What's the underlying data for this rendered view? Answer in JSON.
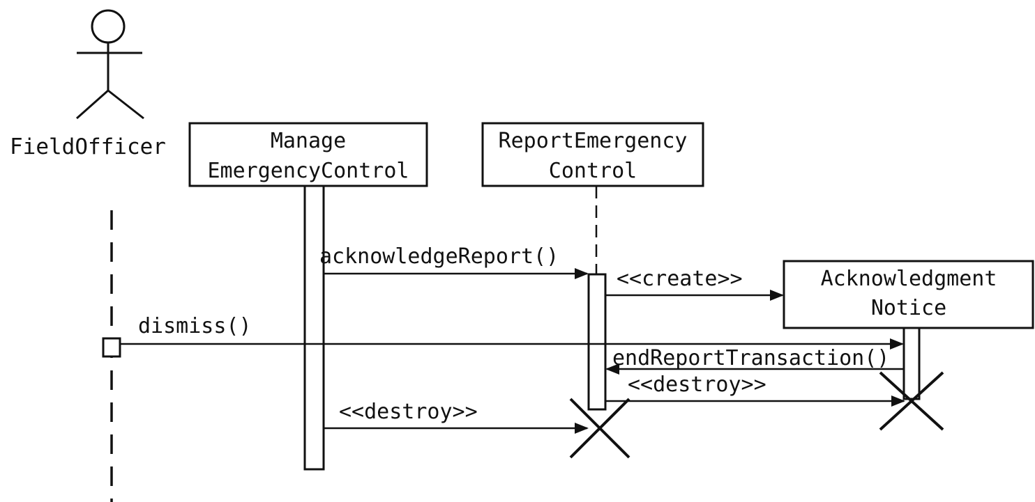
{
  "actors": {
    "field_officer": {
      "label": "FieldOfficer"
    }
  },
  "objects": {
    "manage_emergency_control": {
      "line1": "Manage",
      "line2": "EmergencyControl"
    },
    "report_emergency_control": {
      "line1": "ReportEmergency",
      "line2": "Control"
    },
    "acknowledgment_notice": {
      "line1": "Acknowledgment",
      "line2": "Notice"
    }
  },
  "messages": {
    "acknowledge_report": "acknowledgeReport()",
    "create": "<<create>>",
    "dismiss": "dismiss()",
    "end_report_transaction": "endReportTransaction()",
    "destroy_notice": "<<destroy>>",
    "destroy_report": "<<destroy>>"
  },
  "colors": {
    "ink": "#111111",
    "background": "#ffffff"
  }
}
